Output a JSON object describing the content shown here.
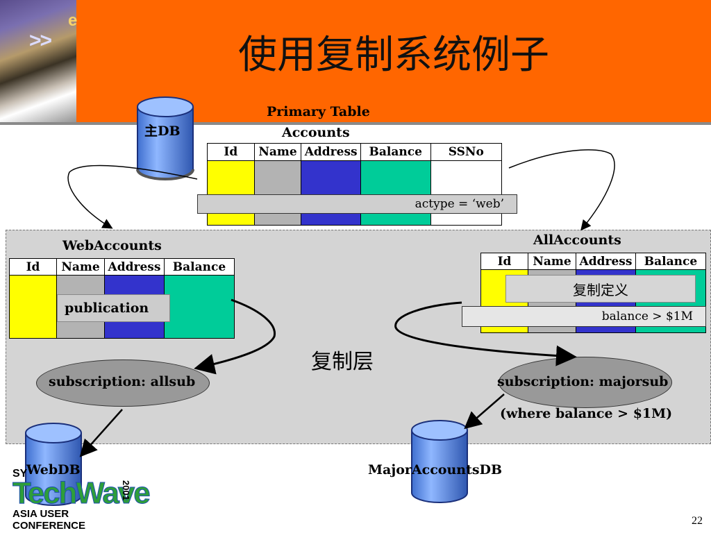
{
  "slide": {
    "title": "使用复制系统例子",
    "page_number": "22"
  },
  "primary": {
    "db_label": "主DB",
    "table_title_line1": "Primary Table",
    "table_title_line2": "Accounts",
    "columns": [
      "Id",
      "Name",
      "Address",
      "Balance",
      "SSNo"
    ],
    "filter": "actype = ‘web’"
  },
  "web_accounts": {
    "title": "WebAccounts",
    "columns": [
      "Id",
      "Name",
      "Address",
      "Balance"
    ],
    "publication_label": "publication"
  },
  "all_accounts": {
    "title": "AllAccounts",
    "columns": [
      "Id",
      "Name",
      "Address",
      "Balance"
    ],
    "definition_label": "复制定义",
    "filter": "balance > $1M"
  },
  "replication_layer_label": "复制层",
  "subscriptions": {
    "allsub": "subscription: allsub",
    "majorsub": "subscription: majorsub",
    "majorsub_where": "(where balance > $1M)"
  },
  "targets": {
    "webdb": "WebDB",
    "majordb": "MajorAccountsDB"
  },
  "logo": {
    "top_text": "SY",
    "brand": "TechWave",
    "year": "2001",
    "subtitle": "ASIA USER CONFERENCE",
    "banner_letter": "e",
    "banner_arrows": ">>"
  },
  "colors": {
    "header": "#ff6600",
    "cylinder": "#5b8fe0",
    "yellow": "#ffff00",
    "blue": "#3333cc",
    "green": "#00cc99"
  }
}
